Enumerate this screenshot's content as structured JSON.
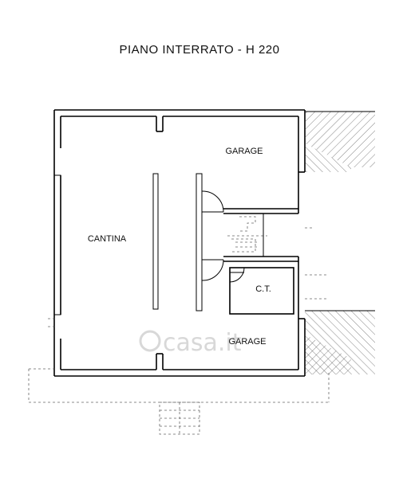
{
  "title": "PIANO INTERRATO - H 220",
  "rooms": {
    "cantina": "CANTINA",
    "garage_top": "GARAGE",
    "ct": "C.T.",
    "garage_bottom": "GARAGE"
  },
  "watermark": "casa.it"
}
